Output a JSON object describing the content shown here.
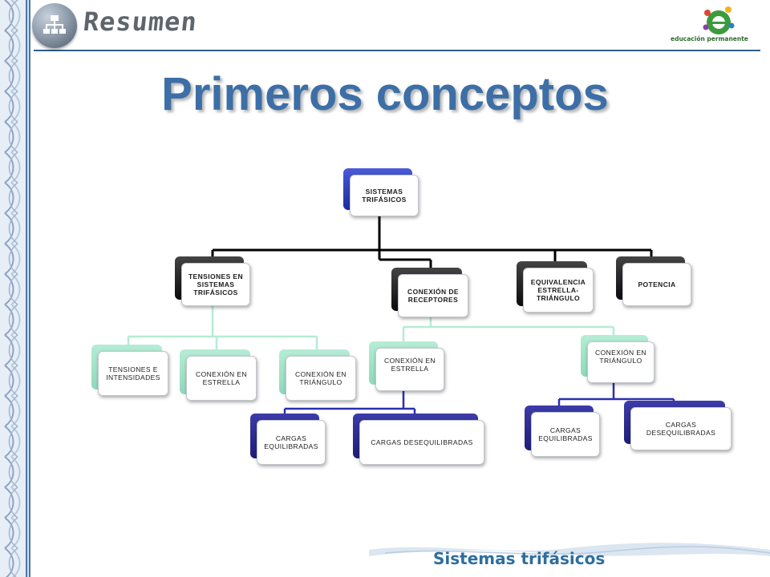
{
  "header": {
    "title": "Resumen"
  },
  "brand": {
    "text": "educación permanente"
  },
  "slide": {
    "title": "Primeros conceptos"
  },
  "footer": {
    "title": "Sistemas trifásicos"
  },
  "diagram": {
    "root": "SISTEMAS TRIFÁSICOS",
    "level1": {
      "tensiones": "TENSIONES EN SISTEMAS TRIFÁSICOS",
      "conexion_receptores": "CONEXIÓN DE RECEPTORES",
      "equivalencia": "EQUIVALENCIA ESTRELLA-TRIÁNGULO",
      "potencia": "POTENCIA"
    },
    "tensiones_children": {
      "tensiones_intensidades": "TENSIONES E INTENSIDADES",
      "conexion_estrella": "CONEXIÓN EN ESTRELLA",
      "conexion_triangulo": "CONEXIÓN EN TRIÁNGULO"
    },
    "receptores_children": {
      "estrella": "CONEXIÓN EN ESTRELLA",
      "triangulo": "CONEXIÓN EN TRIÁNGULO"
    },
    "estrella_children": {
      "equilibradas": "CARGAS EQUILIBRADAS",
      "desequilibradas": "CARGAS DESEQUILIBRADAS"
    },
    "triangulo_children": {
      "equilibradas": "CARGAS EQUILIBRADAS",
      "desequilibradas": "CARGAS DESEQUILIBRADAS"
    }
  }
}
